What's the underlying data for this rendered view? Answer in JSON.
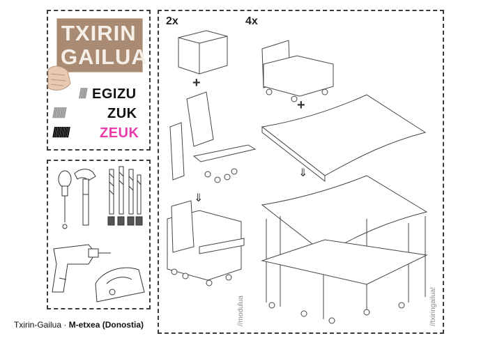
{
  "logo": {
    "line1": "TXIRIN",
    "line2": "GAILUA"
  },
  "slogan": [
    {
      "slashes": "////",
      "word": "EGIZU",
      "color": "#111111"
    },
    {
      "slashes": "///////",
      "word": "ZUK",
      "color": "#111111"
    },
    {
      "slashes": "/////////",
      "word": "ZEUK",
      "color": "#e83aa8"
    }
  ],
  "build": {
    "qty_left": "2x",
    "qty_right": "4x",
    "plus": "+",
    "arrow": "⇓",
    "module_label": "//modulua",
    "full_label": "//txiringailua!"
  },
  "caption": {
    "prefix": "Txirin-Gailua · ",
    "title": "M-etxea (Donostia)"
  },
  "colors": {
    "accent_pink": "#e83aa8",
    "stencil_bg": "#a88b72",
    "border": "#3a3a3a"
  },
  "icons": [
    "screwdriver-icon",
    "hammer-icon",
    "drill-bits-icon",
    "electric-drill-icon",
    "jigsaw-icon"
  ]
}
